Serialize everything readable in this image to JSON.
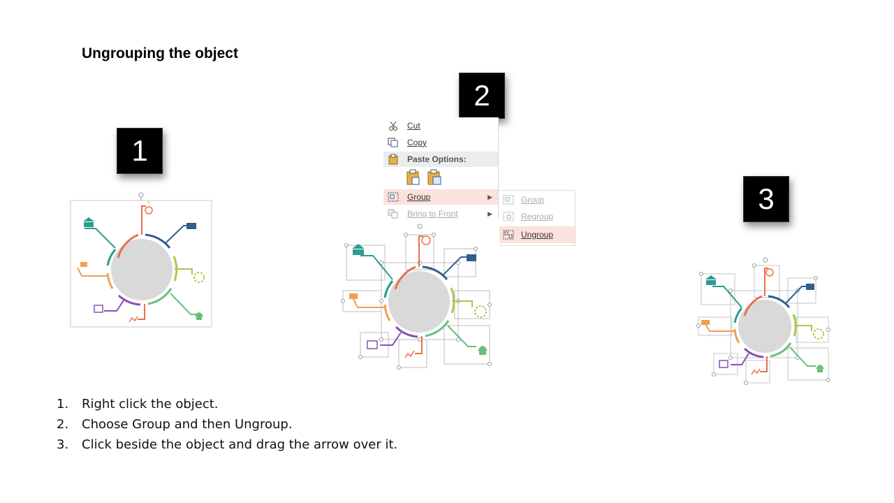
{
  "slide": {
    "title": "Ungrouping the object"
  },
  "badges": [
    "1",
    "2",
    "3"
  ],
  "context_menu": {
    "items": [
      {
        "label": "Cut",
        "icon": "scissors-icon",
        "state": "normal"
      },
      {
        "label": "Copy",
        "icon": "copy-icon",
        "state": "normal"
      },
      {
        "label": "Paste Options:",
        "icon": "paste-icon",
        "state": "header"
      },
      {
        "label": "Group",
        "icon": "group-icon",
        "state": "highlighted",
        "has_submenu": true
      },
      {
        "label": "Bring to Front",
        "icon": "bring-to-front-icon",
        "state": "disabled",
        "has_submenu": true
      }
    ],
    "paste_option_icons": [
      "paste-keep-formatting-icon",
      "paste-picture-icon"
    ],
    "submenu": [
      {
        "label": "Group",
        "icon": "group-icon",
        "state": "disabled"
      },
      {
        "label": "Regroup",
        "icon": "regroup-icon",
        "state": "disabled"
      },
      {
        "label": "Ungroup",
        "icon": "ungroup-icon",
        "state": "highlighted"
      }
    ]
  },
  "steps": [
    {
      "num": "1.",
      "text": "Right click the object."
    },
    {
      "num": "2.",
      "text": "Choose Group and then Ungroup."
    },
    {
      "num": "3.",
      "text": "Click beside the object and drag the arrow over it."
    }
  ],
  "diagram": {
    "segment_colors": [
      "#e8704a",
      "#2f5f8f",
      "#a8c94a",
      "#6bbf7a",
      "#e8704a",
      "#8a4fb5",
      "#f0a050",
      "#2a9d8f"
    ],
    "icons": [
      "lightbulb-icon",
      "handshake-icon",
      "gear-icon",
      "plant-icon",
      "chart-icon",
      "calendar-icon",
      "presentation-icon",
      "bank-icon"
    ],
    "center_color": "#d9d9d9"
  }
}
